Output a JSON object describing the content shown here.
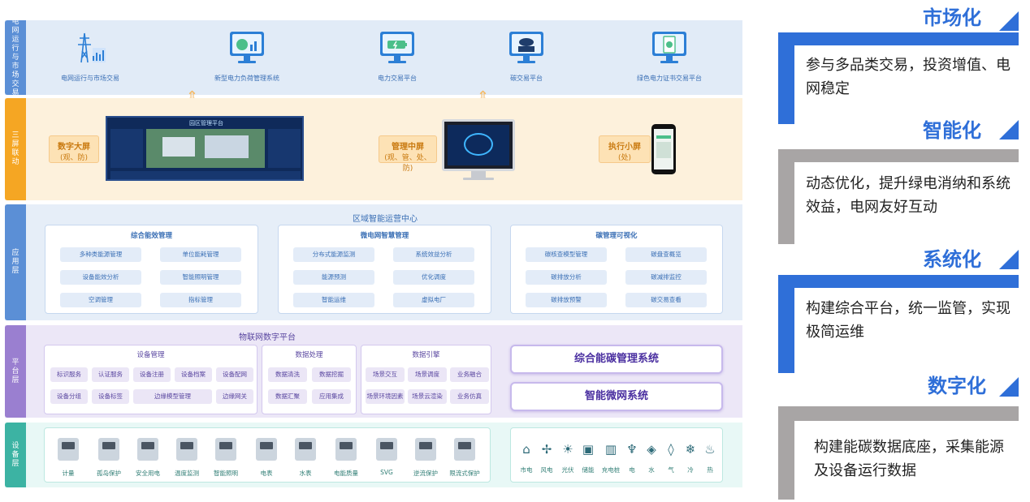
{
  "grid_layer": {
    "tag": "电网运行与市场交易",
    "systems": [
      "电网运行与市场交易",
      "新型电力负荷管理系统",
      "电力交易平台",
      "碳交易平台",
      "绿色电力证书交易平台"
    ]
  },
  "screen_layer": {
    "tag": "三屏联动",
    "big_screen": {
      "title": "数字大屏",
      "sub": "(观、防)",
      "screen_title": "园区管理平台"
    },
    "mid_screen": {
      "title": "管理中屏",
      "sub": "(观、管、处、防)"
    },
    "small_screen": {
      "title": "执行小屏",
      "sub": "(处)"
    }
  },
  "app_layer": {
    "tag": "应用层",
    "title": "区域智能运营中心",
    "panels": [
      {
        "title": "综合能效管理",
        "items": [
          "多种类能源管理",
          "单位能耗管理",
          "设备能效分析",
          "智能照明管理",
          "空调管理",
          "指标管理"
        ]
      },
      {
        "title": "微电网智慧管理",
        "items": [
          "分布式能源监测",
          "系统效益分析",
          "能源预测",
          "优化调度",
          "智能运维",
          "虚拟电厂"
        ]
      },
      {
        "title": "碳管理可视化",
        "items": [
          "碳核查模型管理",
          "碳盘查概览",
          "碳排放分析",
          "碳减排监控",
          "碳排放预警",
          "碳交易查看"
        ]
      }
    ]
  },
  "platform_layer": {
    "tag": "平台层",
    "title": "物联网数字平台",
    "device_mgmt": {
      "title": "设备管理",
      "row1": [
        "标识服务",
        "认证服务",
        "设备注册",
        "设备档案",
        "设备配网"
      ],
      "row2": [
        "设备分组",
        "设备标签",
        "边缘模型管理",
        "边缘网关"
      ]
    },
    "data_proc": {
      "title": "数据处理",
      "items": [
        "数据清洗",
        "数据挖掘",
        "数据汇聚",
        "应用集成"
      ]
    },
    "data_engine": {
      "title": "数据引擎",
      "items": [
        "场景交互",
        "场景调度",
        "业务融合",
        "场景环境因素",
        "场景云渲染",
        "业务仿真"
      ]
    },
    "systems": [
      "综合能碳管理系统",
      "智能微网系统"
    ]
  },
  "device_layer": {
    "tag": "设备层",
    "devices": [
      "计量",
      "孤岛保护",
      "安全用电",
      "温度监测",
      "智能照明",
      "电表",
      "水表",
      "电能质量",
      "SVG",
      "逆流保护",
      "限流式保护"
    ],
    "energy": [
      {
        "label": "市电",
        "icon": "grid-tower-icon"
      },
      {
        "label": "风电",
        "icon": "wind-turbine-icon"
      },
      {
        "label": "光伏",
        "icon": "solar-panel-icon"
      },
      {
        "label": "储能",
        "icon": "battery-icon"
      },
      {
        "label": "充电桩",
        "icon": "charger-icon"
      },
      {
        "label": "电",
        "icon": "power-icon"
      },
      {
        "label": "水",
        "icon": "water-icon"
      },
      {
        "label": "气",
        "icon": "gas-icon"
      },
      {
        "label": "冷",
        "icon": "snowflake-icon"
      },
      {
        "label": "热",
        "icon": "heat-icon"
      }
    ]
  },
  "right_panel": [
    {
      "heading": "市场化",
      "text": "参与多品类交易，投资增值、电网稳定",
      "accent": "#2f6fd8"
    },
    {
      "heading": "智能化",
      "text": "动态优化，提升绿电消纳和系统效益，电网友好互动",
      "accent": "#a8a5a5"
    },
    {
      "heading": "系统化",
      "text": "构建综合平台，统一监管，实现极简运维",
      "accent": "#2f6fd8"
    },
    {
      "heading": "数字化",
      "text": "构建能碳数据底座，采集能源及设备运行数据",
      "accent": "#a8a5a5"
    }
  ],
  "colors": {
    "blue": "#2f6fd8",
    "orange": "#f5a623",
    "purple": "#9a7fd0",
    "teal": "#3cb3a3"
  }
}
